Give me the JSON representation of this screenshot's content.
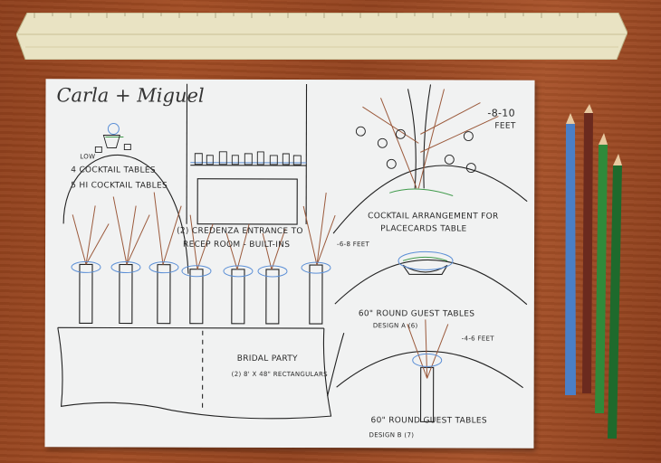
{
  "sketch": {
    "title": "Carla + Miguel",
    "cocktail": {
      "low_marker": "Low",
      "line1": "4 Cocktail Tables",
      "line2": "5 Hi Cocktail Tables"
    },
    "credenza": {
      "line1": "(2) Credenza Entrance to",
      "line2": "Recep Room - Built-ins"
    },
    "height_6_8": "-6-8 Feet",
    "tree": {
      "height_line1": "-8-10",
      "height_line2": "Feet",
      "caption_line1": "Cocktail Arrangement for",
      "caption_line2": "Placecards Table"
    },
    "design_a": {
      "line1": "60\" Round Guest Tables",
      "line2": "Design A (6)"
    },
    "height_4_6": "-4-6 Feet",
    "bridal": {
      "line1": "Bridal Party",
      "line2": "(2) 8' x 48\" Rectangulars"
    },
    "design_b": {
      "line1": "60\" Round Guest Tables",
      "line2": "Design B (7)"
    }
  },
  "colors": {
    "wood": "#9a4822",
    "paper": "#f1f2f2",
    "ruler": "#e9e3c3",
    "pencil_blue": "#4a7fc6",
    "pencil_brown": "#6b2a1e",
    "pencil_green": "#2f8a3a",
    "pencil_dark_green": "#1e6a2c"
  }
}
